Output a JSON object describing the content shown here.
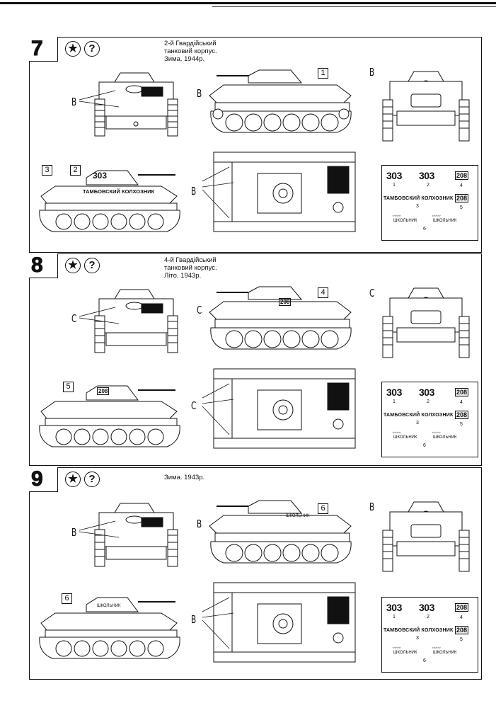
{
  "panels": [
    {
      "number": "7",
      "caption": [
        "2-й Гвардійський",
        "танковий корпус.",
        "Зима. 1944р."
      ],
      "color_tag": "B",
      "callouts": [
        "1",
        "2",
        "3"
      ],
      "decal": {
        "n1": "303",
        "n2": "303",
        "box1": "208",
        "box2": "208",
        "slogan": "ТАМБОВСКИЙ КОЛХОЗНИК",
        "sig": "ШКОЛЬНИК",
        "labels": [
          "1",
          "2",
          "3",
          "4",
          "5",
          "6"
        ]
      }
    },
    {
      "number": "8",
      "caption": [
        "4-й Гвардійський",
        "танковий корпус.",
        "Літо. 1943р."
      ],
      "color_tag": "C",
      "callouts": [
        "4",
        "5"
      ],
      "decal": {
        "n1": "303",
        "n2": "303",
        "box1": "208",
        "box2": "208",
        "slogan": "ТАМБОВСКИЙ КОЛХОЗНИК",
        "sig": "ШКОЛЬНИК",
        "labels": [
          "1",
          "2",
          "3",
          "4",
          "5",
          "6"
        ]
      }
    },
    {
      "number": "9",
      "caption": [
        "Зима. 1943р."
      ],
      "color_tag": "B",
      "callouts": [
        "6",
        "6"
      ],
      "decal": {
        "n1": "303",
        "n2": "303",
        "box1": "208",
        "box2": "208",
        "slogan": "ТАМБОВСКИЙ КОЛХОЗНИК",
        "sig": "ШКОЛЬНИК",
        "labels": [
          "1",
          "2",
          "3",
          "4",
          "5",
          "6"
        ]
      }
    }
  ],
  "markings": {
    "turret_303": "303",
    "turret_208": "208",
    "hull_slogan": "ТАМБОВСКИЙ КОЛХОЗНИК",
    "turret_sig": "ШКОЛЬНИК"
  },
  "icons": {
    "star": "star-in-circle-icon",
    "question": "question-mark-icon",
    "question_char": "?"
  }
}
